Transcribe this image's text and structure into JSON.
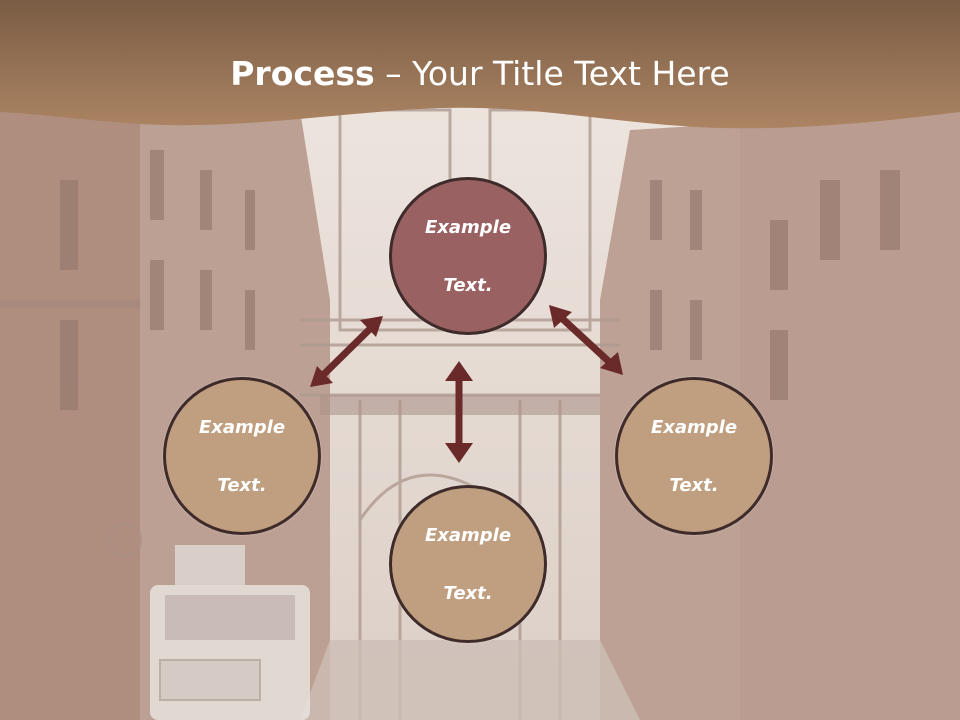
{
  "title": {
    "bold": "Process",
    "rest": " – Your Title Text Here"
  },
  "circles": {
    "top": {
      "line1": "Example",
      "line2": "Text."
    },
    "left": {
      "line1": "Example",
      "line2": "Text."
    },
    "right": {
      "line1": "Example",
      "line2": "Text."
    },
    "bottom": {
      "line1": "Example",
      "line2": "Text."
    }
  },
  "colors": {
    "header_band": "#8f6745",
    "accent_circle": "#9a6162",
    "circle_fill": "#bf9f80",
    "arrow": "#6b2a2a"
  },
  "background": {
    "icon": "city-street-bridge-photo"
  }
}
